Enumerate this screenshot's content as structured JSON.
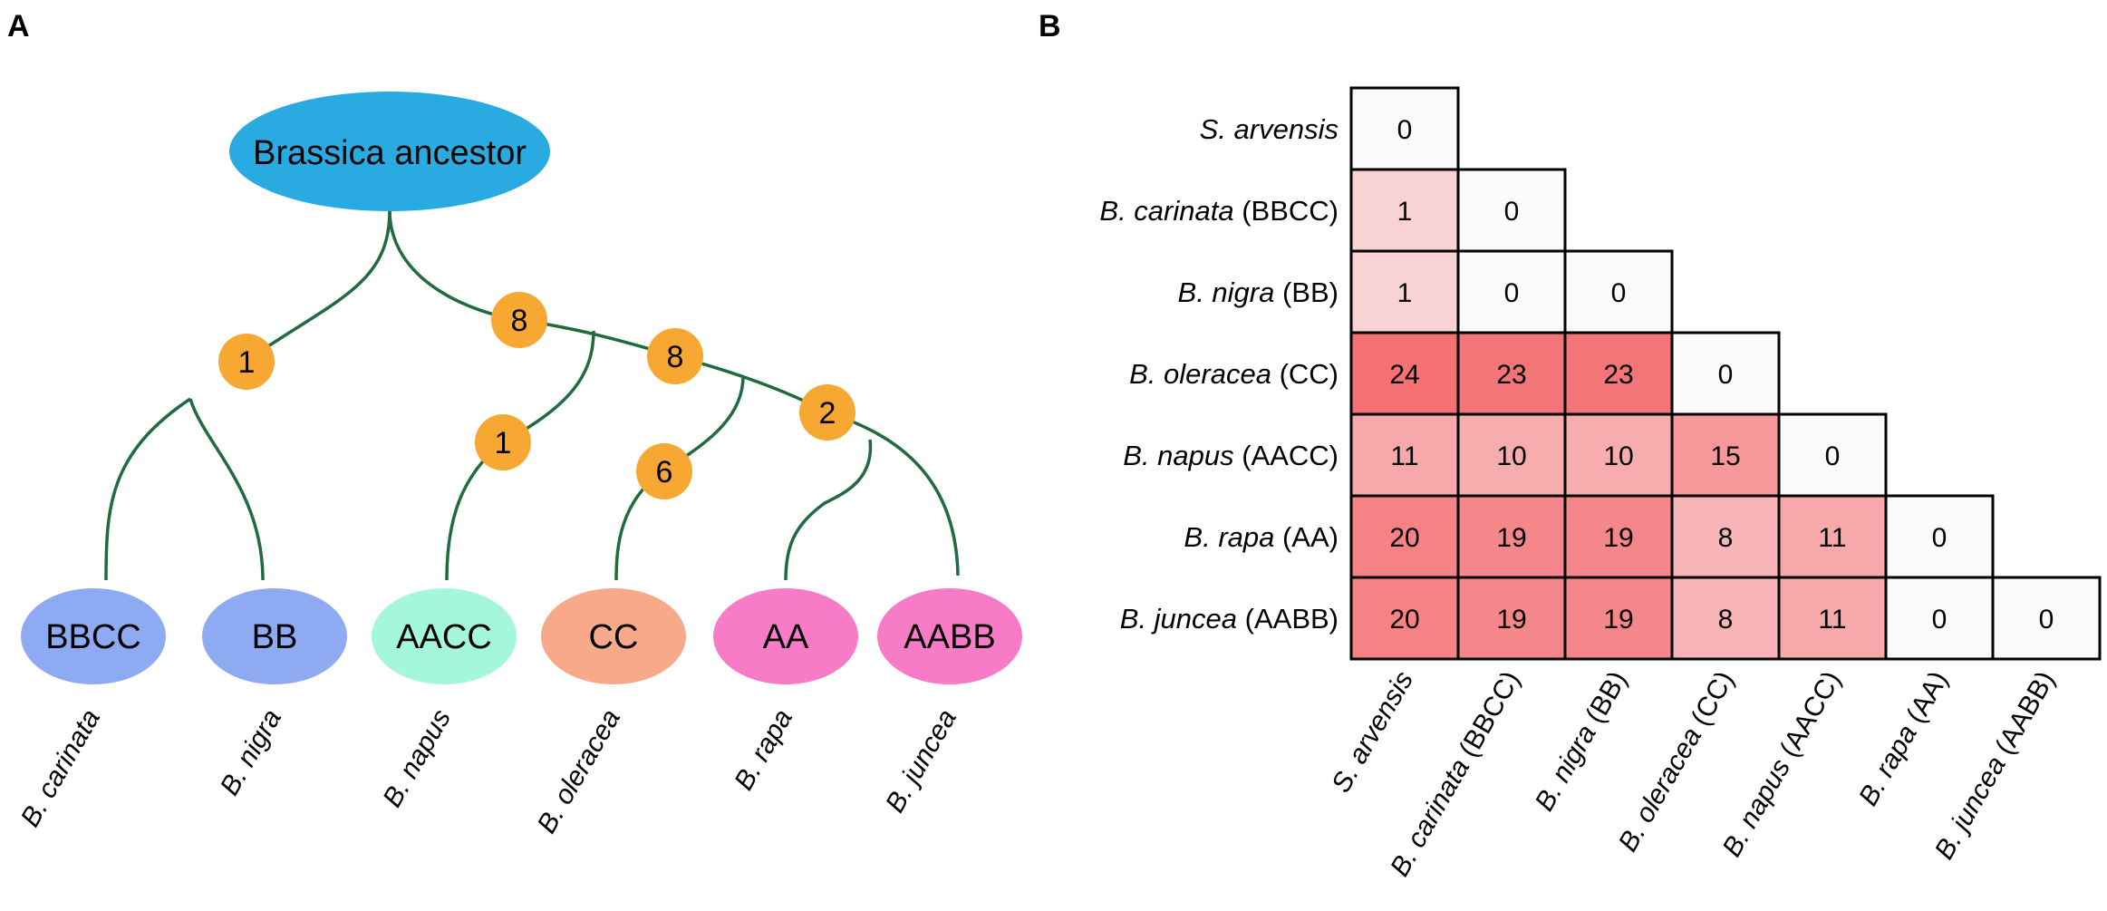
{
  "colors": {
    "ancestor": "#29abe2",
    "branch": "#1f6b3f",
    "badge": "#f7a833",
    "heat_high": "#f47174",
    "heat_low": "#f9d3d4",
    "cell_zero": "#fafafd"
  },
  "panel_a": {
    "label": "A",
    "ancestor": "Brassica ancestor",
    "leaves": [
      {
        "genome": "BBCC",
        "species": "B. carinata",
        "color": "#8eaaf2"
      },
      {
        "genome": "BB",
        "species": "B. nigra",
        "color": "#8eaaf2"
      },
      {
        "genome": "AACC",
        "species": "B. napus",
        "color": "#a4f7d9"
      },
      {
        "genome": "CC",
        "species": "B. oleracea",
        "color": "#f7a98a"
      },
      {
        "genome": "AA",
        "species": "B. rapa",
        "color": "#f77bc7"
      },
      {
        "genome": "AABB",
        "species": "B. juncea",
        "color": "#f77bc7"
      }
    ],
    "badges": [
      "1",
      "8",
      "8",
      "1",
      "6",
      "2"
    ]
  },
  "panel_b": {
    "label": "B",
    "rows": [
      {
        "species": "S. arvensis",
        "genome": ""
      },
      {
        "species": "B. carinata",
        "genome": "(BBCC)"
      },
      {
        "species": "B. nigra",
        "genome": "(BB)"
      },
      {
        "species": "B. oleracea",
        "genome": "(CC)"
      },
      {
        "species": "B. napus",
        "genome": "(AACC)"
      },
      {
        "species": "B. rapa",
        "genome": "(AA)"
      },
      {
        "species": "B. juncea",
        "genome": "(AABB)"
      }
    ],
    "matrix": [
      [
        0
      ],
      [
        1,
        0
      ],
      [
        1,
        0,
        0
      ],
      [
        24,
        23,
        23,
        0
      ],
      [
        11,
        10,
        10,
        15,
        0
      ],
      [
        20,
        19,
        19,
        8,
        11,
        0
      ],
      [
        20,
        19,
        19,
        8,
        11,
        0,
        0
      ]
    ]
  }
}
